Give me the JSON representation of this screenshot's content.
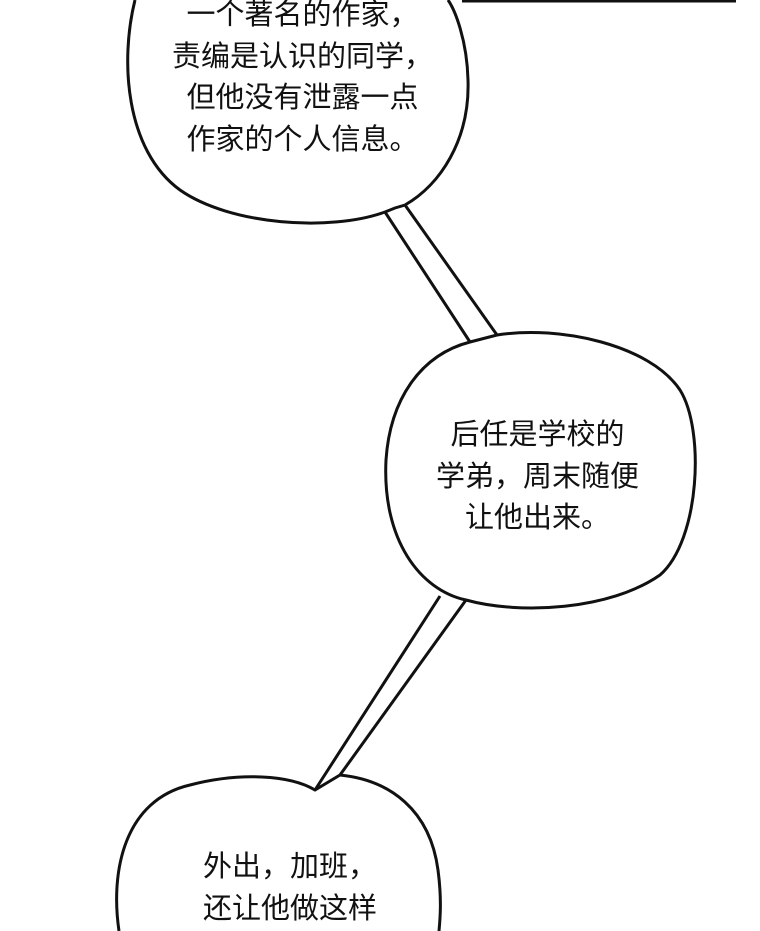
{
  "bubbles": [
    {
      "lines": [
        "一个著名的作家，",
        "责编是认识的同学，",
        "但他没有泄露一点",
        "作家的个人信息。"
      ]
    },
    {
      "lines": [
        "后任是学校的",
        "学弟，周末随便",
        "让他出来。"
      ]
    },
    {
      "lines": [
        "外出，加班，",
        "还让他做这样"
      ]
    }
  ],
  "colors": {
    "ink": "#111111",
    "background": "#ffffff"
  }
}
